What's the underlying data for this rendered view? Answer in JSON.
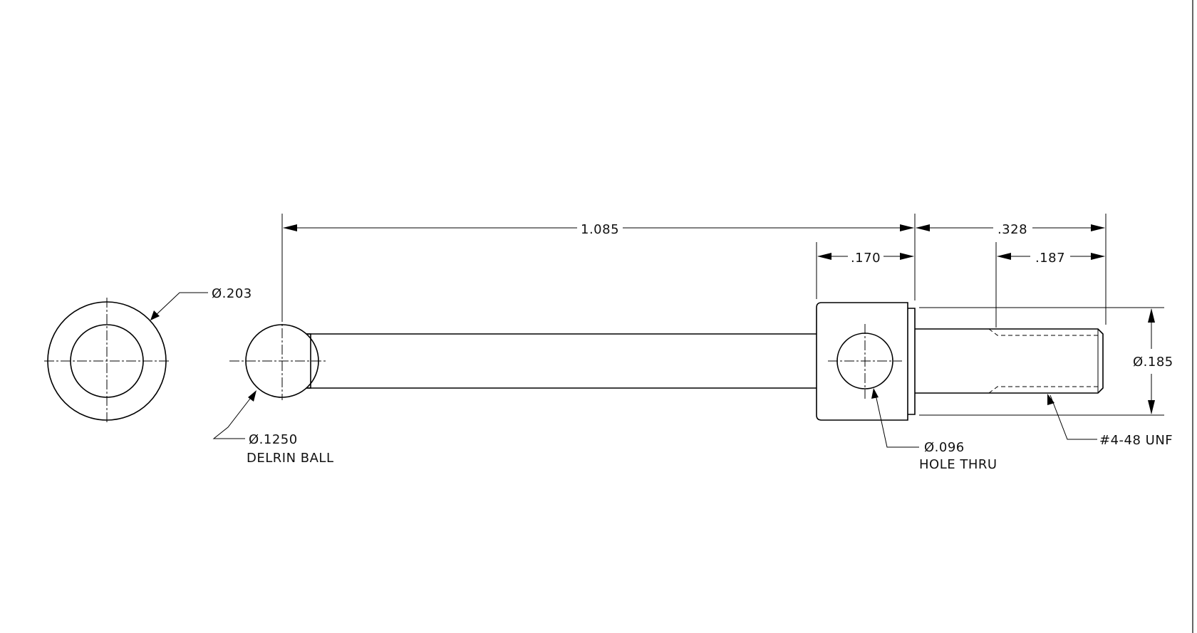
{
  "dimensions": {
    "overall_length": ".085",
    "overall_length_prefix": "1",
    "block_width": ".170",
    "thread_section": ".328",
    "thread_length": ".187",
    "shank_diameter": "Ø.185",
    "head_diameter": "Ø.203"
  },
  "callouts": {
    "ball_diameter": "Ø.1250",
    "ball_material": "DELRIN BALL",
    "hole_diameter": "Ø.096",
    "hole_type": "HOLE THRU",
    "thread_spec": "#4-48 UNF"
  }
}
